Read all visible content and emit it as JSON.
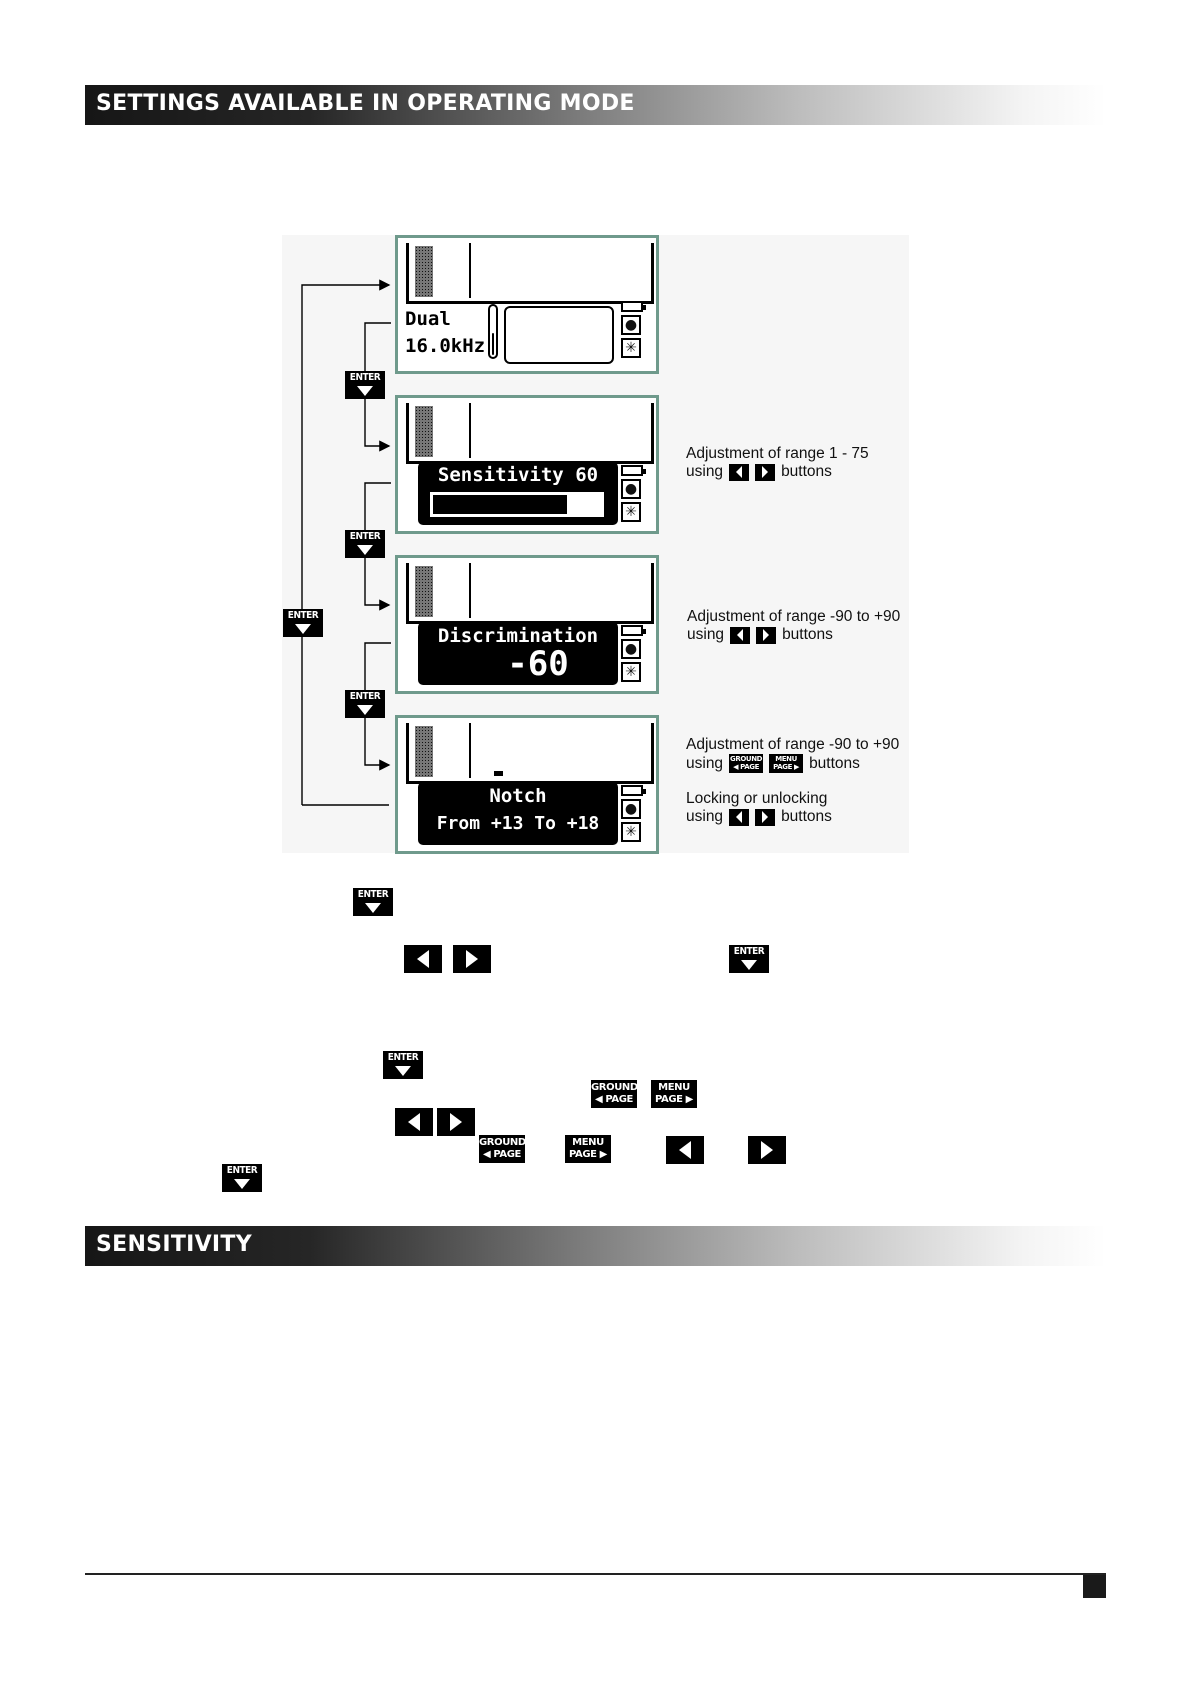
{
  "section1": {
    "title": "SETTINGS AVAILABLE IN OPERATING MODE"
  },
  "section2": {
    "title": "SENSITIVITY"
  },
  "diagram": {
    "screen1": {
      "line1": "Dual",
      "line2": "16.0kHz"
    },
    "screen2": {
      "label": "Sensitivity 60",
      "level_fraction": 0.8
    },
    "screen3": {
      "line1": "Discrimination",
      "line2": "-60"
    },
    "screen4": {
      "line1": "Notch",
      "line2": "From +13 To +18"
    },
    "annotations": {
      "a1_line1": "Adjustment of range 1 - 75",
      "a2_line1": "Adjustment of range -90 to +90",
      "a3_line1": "Adjustment of range -90 to +90",
      "a4_line1": "Locking or unlocking",
      "using": "using",
      "buttons": "buttons"
    }
  },
  "keys": {
    "enter": "ENTER",
    "ground": "GROUND",
    "page_left": "◀ PAGE",
    "menu": "MENU",
    "page_right": "PAGE ▶"
  },
  "icons": [
    "battery-icon",
    "lock-icon",
    "backlight-icon",
    "enter-key-icon",
    "left-arrow-key-icon",
    "right-arrow-key-icon",
    "ground-page-key-icon",
    "menu-page-key-icon"
  ]
}
